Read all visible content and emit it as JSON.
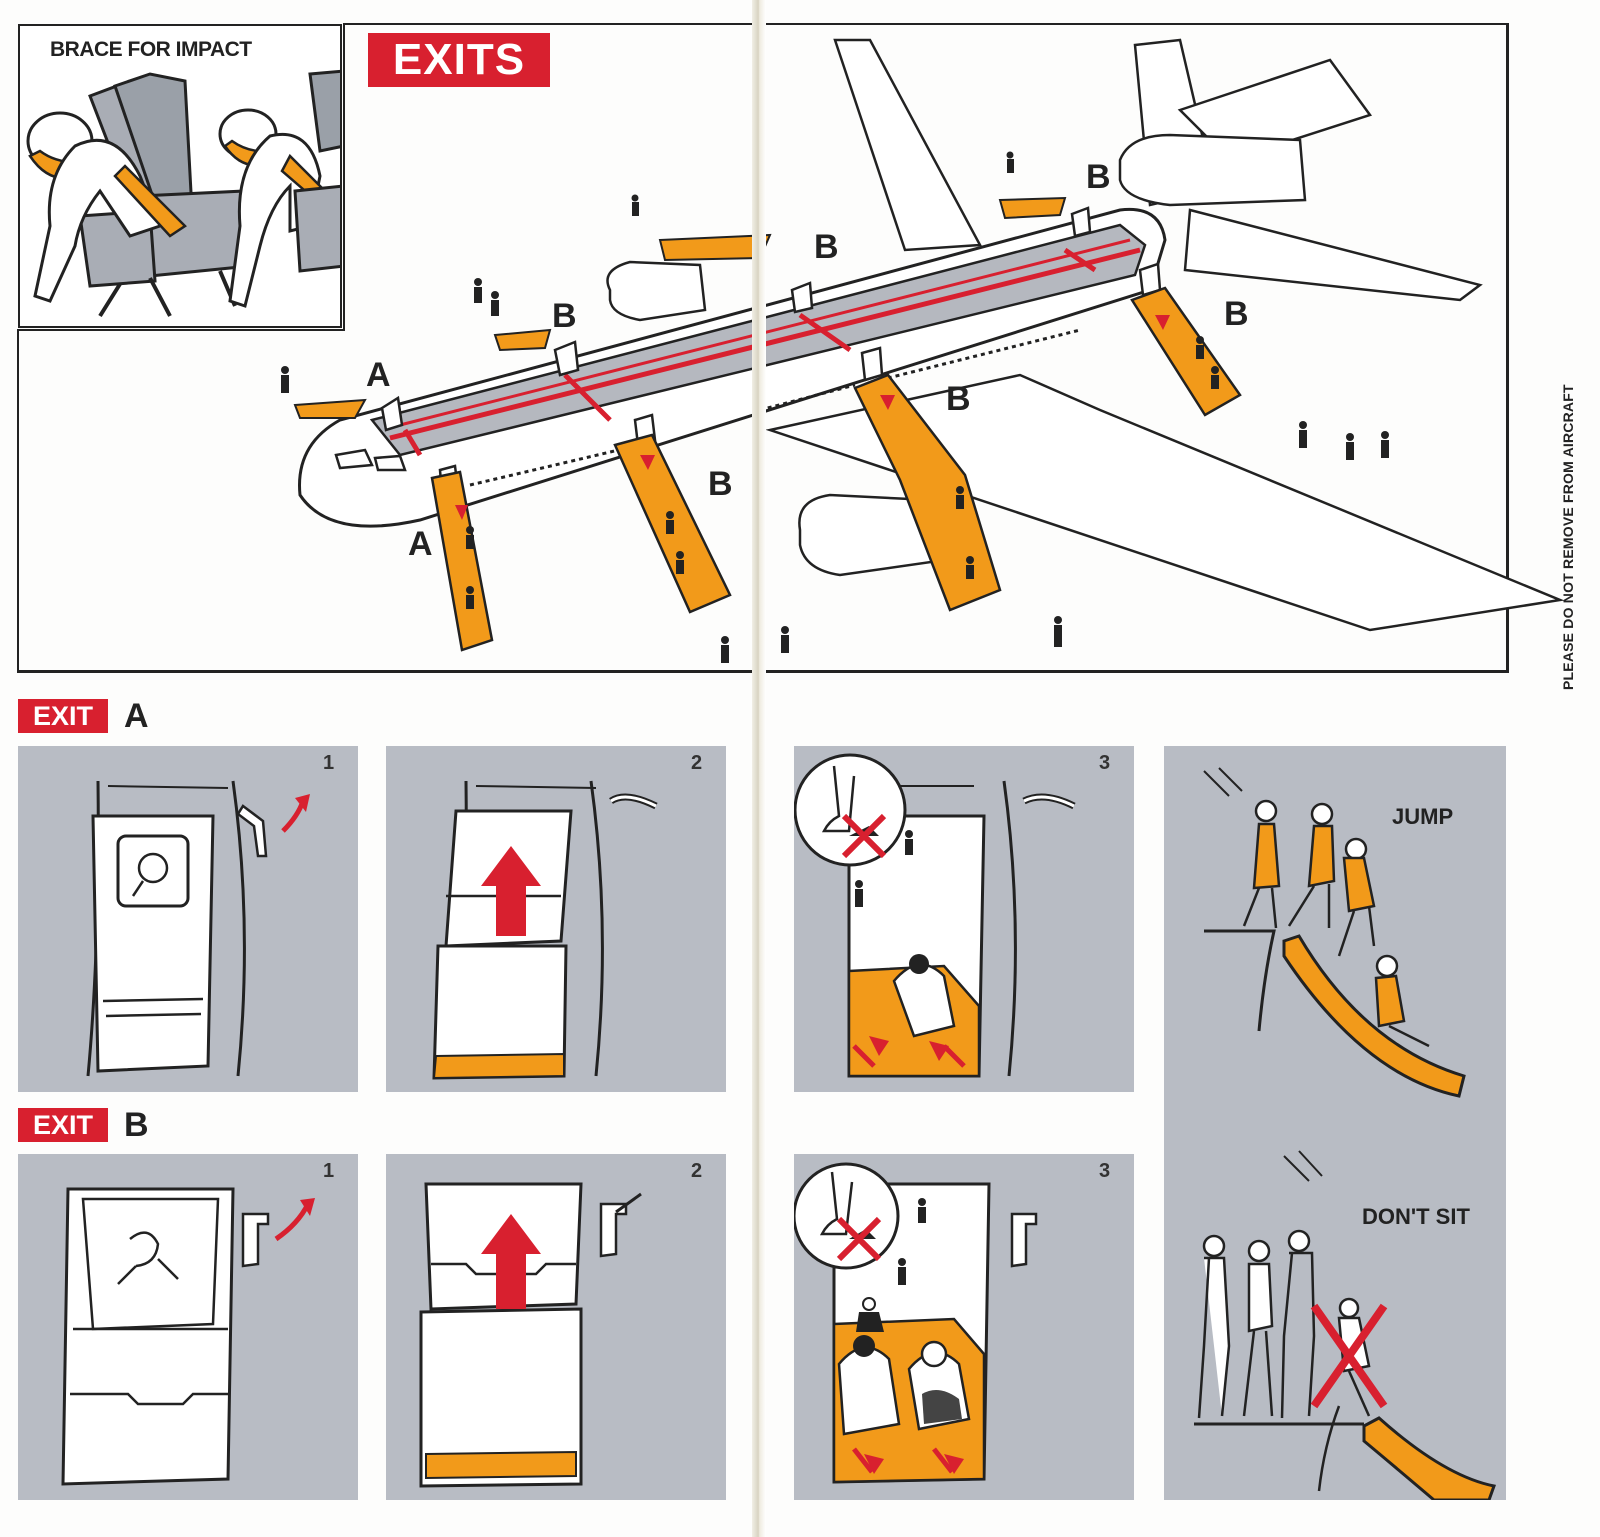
{
  "brace": {
    "title": "BRACE FOR IMPACT"
  },
  "exits": {
    "title": "EXITS"
  },
  "callouts": {
    "a": "A",
    "b": "B"
  },
  "sections": {
    "exit_a": {
      "badge": "EXIT",
      "letter": "A",
      "steps": [
        "1",
        "2",
        "3"
      ]
    },
    "exit_b": {
      "badge": "EXIT",
      "letter": "B",
      "steps": [
        "1",
        "2",
        "3"
      ]
    }
  },
  "slide_panel": {
    "jump": "JUMP",
    "dont_sit": "DON'T SIT"
  },
  "side_note": "PLEASE DO NOT REMOVE FROM AIRCRAFT",
  "colors": {
    "accent_red": "#d8202f",
    "slide_orange": "#f29a1a",
    "panel_gray": "#b8bcc4",
    "cabin_gray": "#b5b8bf"
  }
}
